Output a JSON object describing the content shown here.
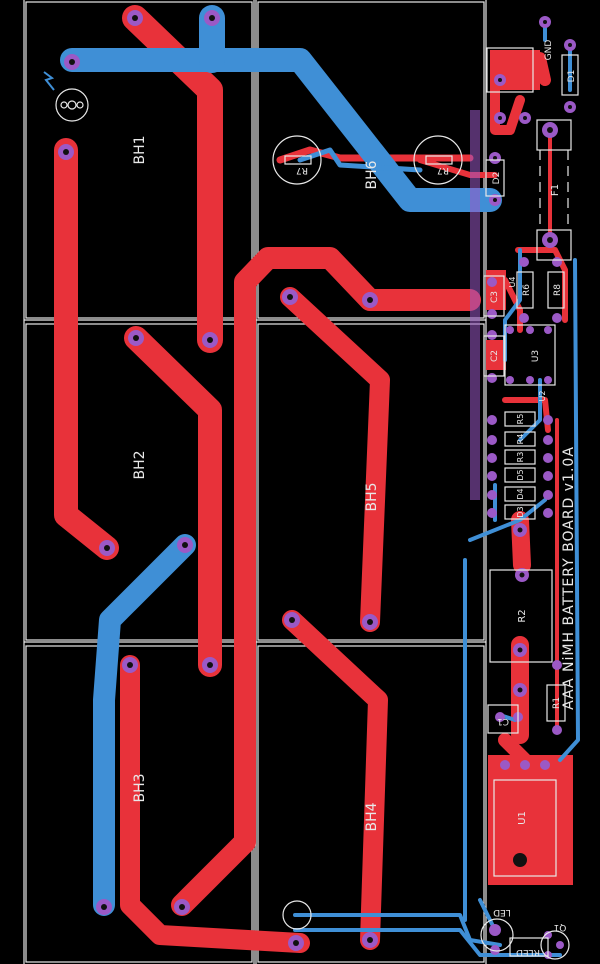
{
  "board_title": "AAA NiMH BATTERY BOARD v1.0A",
  "holders": {
    "bh1": "BH1",
    "bh2": "BH2",
    "bh3": "BH3",
    "bh4": "BH4",
    "bh5": "BH5",
    "bh6": "BH6"
  },
  "components": {
    "gnd": "GND",
    "d1": "D1",
    "f1": "F1",
    "d2": "D2",
    "r7a": "R7",
    "r7b": "R7",
    "u4": "U4",
    "r6": "R6",
    "r8": "R8",
    "c3": "C3",
    "c2": "C2",
    "u3": "U3",
    "u2": "U2",
    "r5": "R5",
    "r4": "R4",
    "r3": "R3",
    "d5": "D5",
    "d4": "D4",
    "d3": "D3",
    "r2": "R2",
    "r1": "R1",
    "c1": "C1",
    "u1": "U1",
    "led": "LED",
    "q1": "Q1",
    "rled": "RLED"
  },
  "colors": {
    "top_copper": "#e8323a",
    "bottom_copper": "#3f8fd6",
    "pads": "#9b59c6",
    "silkscreen": "#e8e8e8",
    "background": "#000000"
  }
}
